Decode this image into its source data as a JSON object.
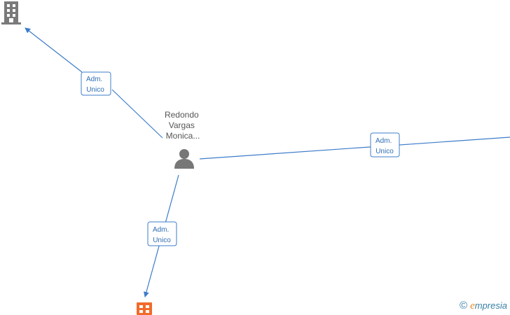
{
  "graph": {
    "person": {
      "name_lines": [
        "Redondo",
        "Vargas",
        "Monica..."
      ],
      "icon": "person-icon"
    },
    "companies": [
      {
        "id": "top-left",
        "icon": "building-icon",
        "color": "#7a7a7a"
      },
      {
        "id": "bottom",
        "icon": "company-grid-icon",
        "color": "#f26b2a"
      },
      {
        "id": "right",
        "icon": "offscreen-company"
      }
    ],
    "edges": [
      {
        "id": "edge-top-left",
        "label_lines": [
          "Adm.",
          "Unico"
        ]
      },
      {
        "id": "edge-right",
        "label_lines": [
          "Adm.",
          "Unico"
        ]
      },
      {
        "id": "edge-bottom",
        "label_lines": [
          "Adm.",
          "Unico"
        ]
      }
    ],
    "colors": {
      "edge": "#3d7cc9",
      "label_text": "#2f6db5",
      "node_text": "#555555"
    }
  },
  "footer": {
    "copyright": "©",
    "brand_initial": "e",
    "brand_rest": "mpresia"
  }
}
